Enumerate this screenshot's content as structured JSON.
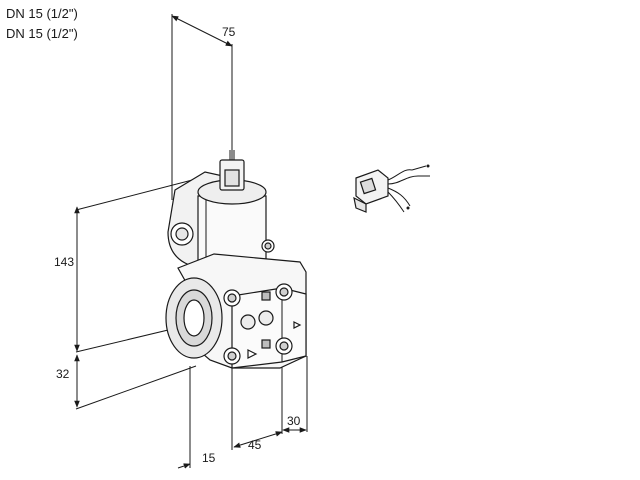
{
  "header": {
    "line1": "DN 15 (1/2\")",
    "line2": "DN 15 (1/2\")"
  },
  "dimensions": {
    "top_width": "75",
    "height": "143",
    "base_height": "32",
    "front_offset": "15",
    "side_width": "45",
    "flange_width": "30"
  }
}
